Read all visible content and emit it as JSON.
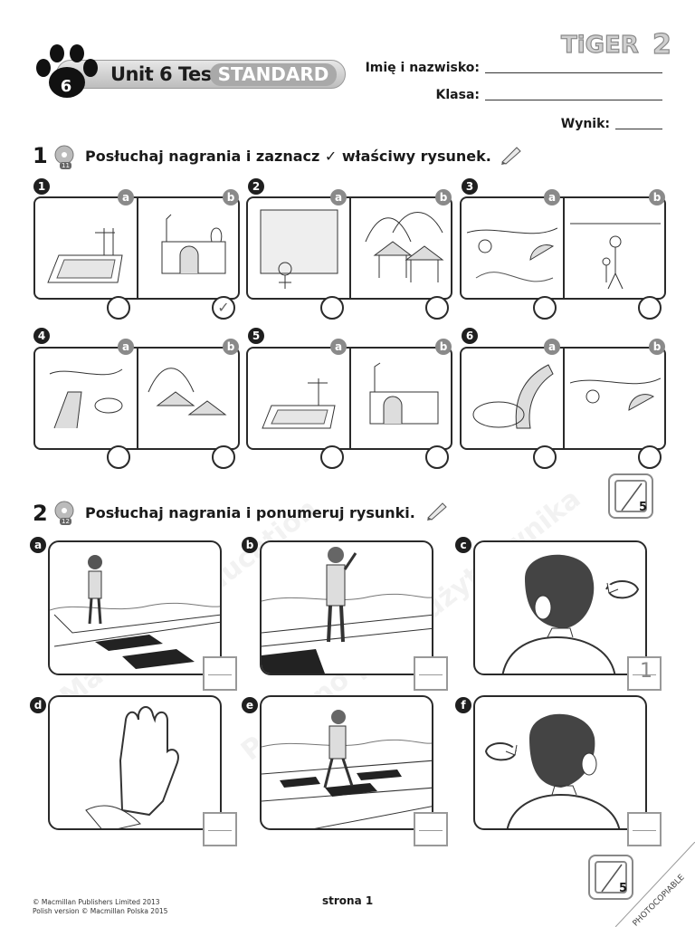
{
  "header": {
    "brand": "TiGER",
    "brand_number": "2",
    "unit_number": "6",
    "unit_title": "Unit 6 Test",
    "unit_level": "STANDARD",
    "fields": {
      "name_label": "Imię i nazwisko:",
      "class_label": "Klasa:",
      "score_label": "Wynik:"
    }
  },
  "exercise1": {
    "number": "1",
    "cd_label": "11",
    "instruction": "Posłuchaj nagrania i zaznacz ✓ właściwy rysunek.",
    "pencil_icon": "pencil-icon",
    "items": [
      {
        "num": "1",
        "a": "a",
        "b": "b",
        "answer_a": "",
        "answer_b": "✓"
      },
      {
        "num": "2",
        "a": "a",
        "b": "b",
        "answer_a": "",
        "answer_b": ""
      },
      {
        "num": "3",
        "a": "a",
        "b": "b",
        "answer_a": "",
        "answer_b": ""
      },
      {
        "num": "4",
        "a": "a",
        "b": "b",
        "answer_a": "",
        "answer_b": ""
      },
      {
        "num": "5",
        "a": "a",
        "b": "b",
        "answer_a": "",
        "answer_b": ""
      },
      {
        "num": "6",
        "a": "a",
        "b": "b",
        "answer_a": "",
        "answer_b": ""
      }
    ],
    "score_max": "5"
  },
  "exercise2": {
    "number": "2",
    "cd_label": "12",
    "instruction": "Posłuchaj nagrania i ponumeruj rysunki.",
    "pictures": [
      {
        "letter": "a",
        "answer": ""
      },
      {
        "letter": "b",
        "answer": ""
      },
      {
        "letter": "c",
        "answer": "1"
      },
      {
        "letter": "d",
        "answer": ""
      },
      {
        "letter": "e",
        "answer": ""
      },
      {
        "letter": "f",
        "answer": ""
      }
    ],
    "score_max": "5"
  },
  "footer": {
    "copyright_1": "© Macmillan Publishers Limited 2013",
    "copyright_2": "Polish version © Macmillan Polska 2015",
    "page": "strona 1",
    "photocopiable": "PHOTOCOPIABLE"
  }
}
